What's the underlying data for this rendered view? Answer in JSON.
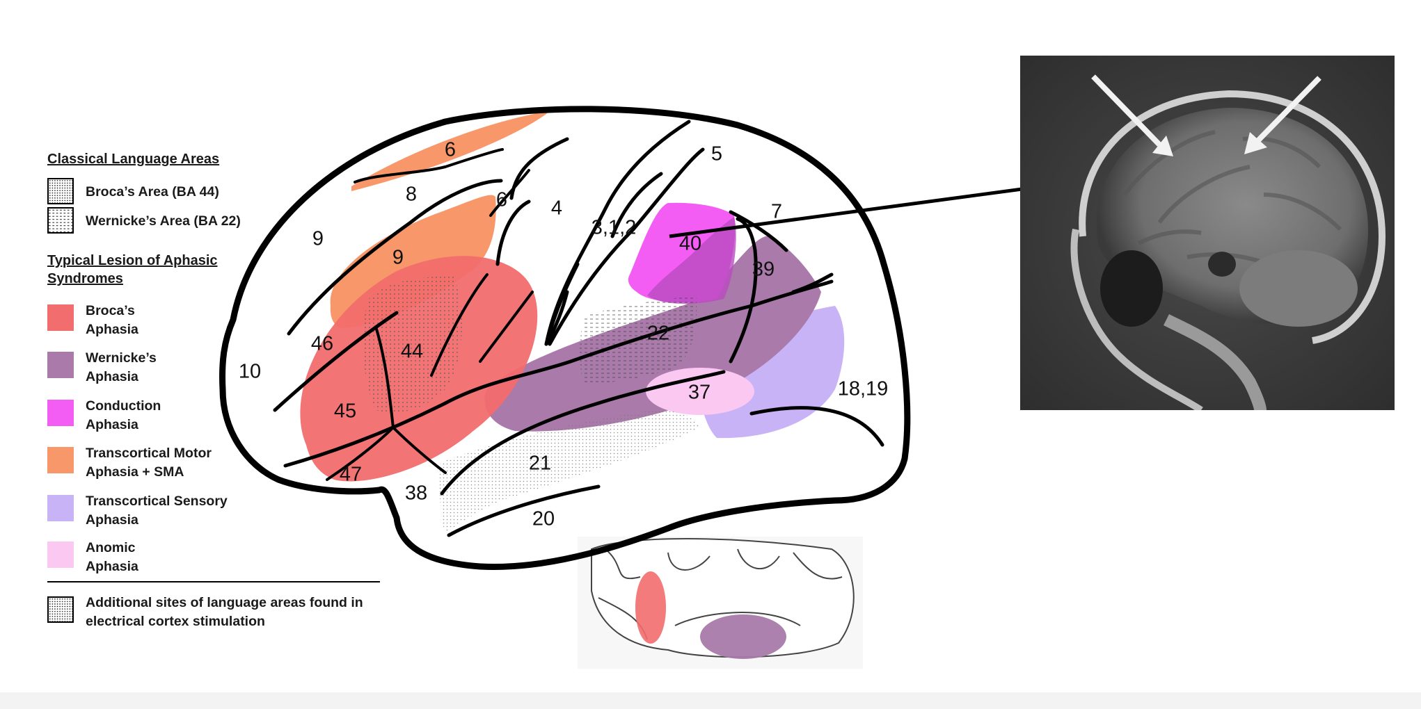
{
  "legend": {
    "classical_heading": "Classical Language Areas",
    "classical_items": [
      {
        "label": "Broca’s Area (BA 44)",
        "pattern": "dots"
      },
      {
        "label": "Wernicke’s Area (BA 22)",
        "pattern": "dashes"
      }
    ],
    "lesion_heading": "Typical Lesion of Aphasic Syndromes",
    "lesion_items": [
      {
        "label": "Broca’s\nAphasia",
        "color": "#f26d6d"
      },
      {
        "label": "Wernicke’s\nAphasia",
        "color": "#a97aaa"
      },
      {
        "label": "Conduction\nAphasia",
        "color": "#f35df3"
      },
      {
        "label": "Transcortical Motor\nAphasia + SMA",
        "color": "#f7976a"
      },
      {
        "label": "Transcortical Sensory\nAphasia",
        "color": "#c9b3f7"
      },
      {
        "label": "Anomic\nAphasia",
        "color": "#fbc8f2"
      }
    ],
    "additional_label": "Additional sites of language areas found in\nelectrical cortex stimulation"
  },
  "brodmann_labels": [
    "6",
    "8",
    "6",
    "9",
    "9",
    "4",
    "5",
    "3,1,2",
    "40",
    "7",
    "39",
    "46",
    "44",
    "10",
    "45",
    "22",
    "37",
    "18,19",
    "47",
    "21",
    "38",
    "20"
  ],
  "colors": {
    "broca": "#f26d6d",
    "wernicke": "#a97aaa",
    "conduction": "#f35df3",
    "transcortical_motor": "#f7976a",
    "transcortical_sensory": "#c9b3f7",
    "anomic": "#fbc8f2",
    "outline": "#000000"
  },
  "mri": {
    "description_icon": "mri-sagittal-scan",
    "arrows": 2
  }
}
